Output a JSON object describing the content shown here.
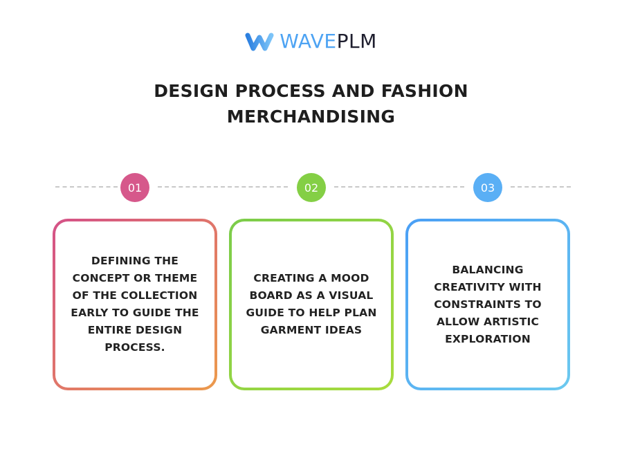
{
  "logo": {
    "wave_text": "WAVE",
    "plm_text": "PLM",
    "mark_icon": "wave-w-icon",
    "wave_color": "#4da3f3",
    "plm_color": "#1e1e2e"
  },
  "title": {
    "line1": "DESIGN PROCESS AND FASHION",
    "line2": "MERCHANDISING"
  },
  "steps": [
    {
      "number": "01",
      "color": "#d6588b",
      "gradient": [
        "#d45188",
        "#ec9a4c"
      ],
      "text": "DEFINING THE CONCEPT OR THEME OF THE COLLECTION EARLY TO GUIDE THE ENTIRE DESIGN PROCESS."
    },
    {
      "number": "02",
      "color": "#84cf45",
      "gradient": [
        "#7bcc4a",
        "#a9dc3e"
      ],
      "text": "CREATING A MOOD BOARD AS A VISUAL GUIDE TO HELP PLAN GARMENT IDEAS"
    },
    {
      "number": "03",
      "color": "#5aaff5",
      "gradient": [
        "#4a9ff5",
        "#6cc9ef"
      ],
      "text": "BALANCING CREATIVITY WITH CONSTRAINTS TO ALLOW ARTISTIC EXPLORATION"
    }
  ]
}
